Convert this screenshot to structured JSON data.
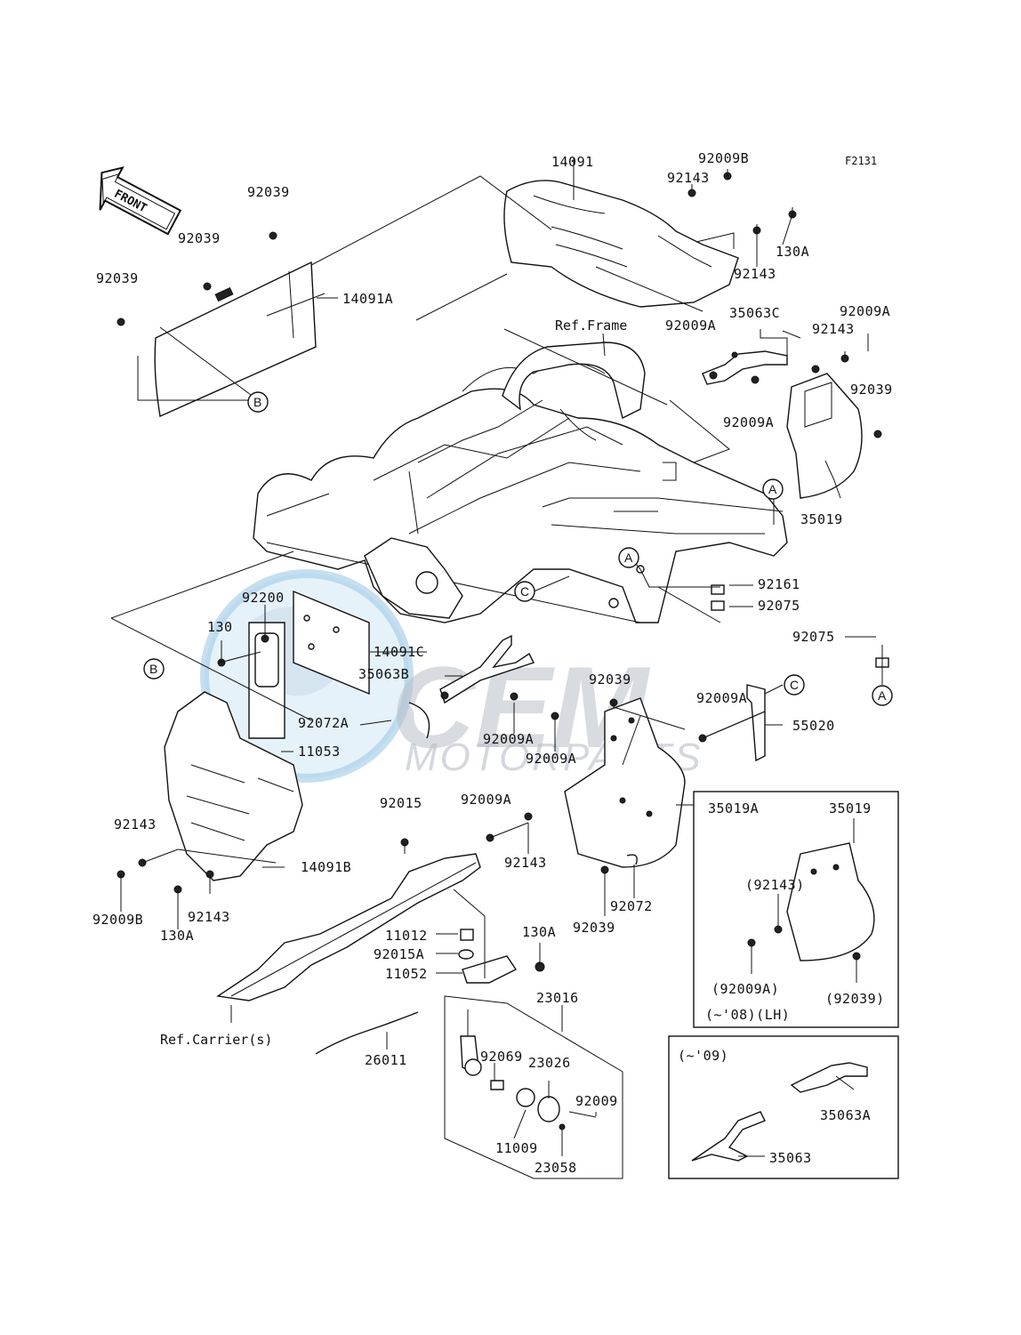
{
  "diagram_code": "F2131",
  "front_label": "FRONT",
  "watermark": {
    "brand": "CEM",
    "sub": "MOTORPARTS"
  },
  "refs": {
    "frame": "Ref.Frame",
    "carrier": "Ref.Carrier(s)"
  },
  "circle_markers": {
    "a": "A",
    "b": "B",
    "c": "C"
  },
  "labels": {
    "p14091": "14091",
    "p92009B_top": "92009B",
    "p92143_top1": "92143",
    "p130A_top": "130A",
    "p92143_top2": "92143",
    "p92039_l1": "92039",
    "p92039_l2": "92039",
    "p92039_l3": "92039",
    "p14091A": "14091A",
    "p35063C": "35063C",
    "p92009A_r1": "92009A",
    "p92009A_r2": "92009A",
    "p92143_r": "92143",
    "p92039_r": "92039",
    "p92009A_r3": "92009A",
    "p35019_r": "35019",
    "p92161": "92161",
    "p92075_a": "92075",
    "p92075_b": "92075",
    "p92200": "92200",
    "p130": "130",
    "p14091C": "14091C",
    "p35063B": "35063B",
    "p92039_m": "92039",
    "p92009A_m1": "92009A",
    "p55020": "55020",
    "p11053": "11053",
    "p92072A": "92072A",
    "p92009A_m2": "92009A",
    "p92009A_m3": "92009A",
    "p92015": "92015",
    "p92009A_m4": "92009A",
    "p35019A": "35019A",
    "p92143_l": "92143",
    "p14091B": "14091B",
    "p92143_m": "92143",
    "p92143_bl": "92143",
    "p92072": "92072",
    "p92039_b": "92039",
    "p92009B_b": "92009B",
    "p130A_b": "130A",
    "p11012": "11012",
    "p130A_m": "130A",
    "p92015A": "92015A",
    "p11052": "11052",
    "p23016": "23016",
    "p92069": "92069",
    "p23026": "23026",
    "p26011": "26011",
    "p92009": "92009",
    "p11009": "11009",
    "p23058": "23058"
  },
  "inset_lh": {
    "title": "35019",
    "p92143": "(92143)",
    "p92009A": "(92009A)",
    "p92039": "(92039)",
    "caption": "(~'08)(LH)"
  },
  "inset_09": {
    "caption": "(~'09)",
    "p35063A": "35063A",
    "p35063": "35063"
  }
}
